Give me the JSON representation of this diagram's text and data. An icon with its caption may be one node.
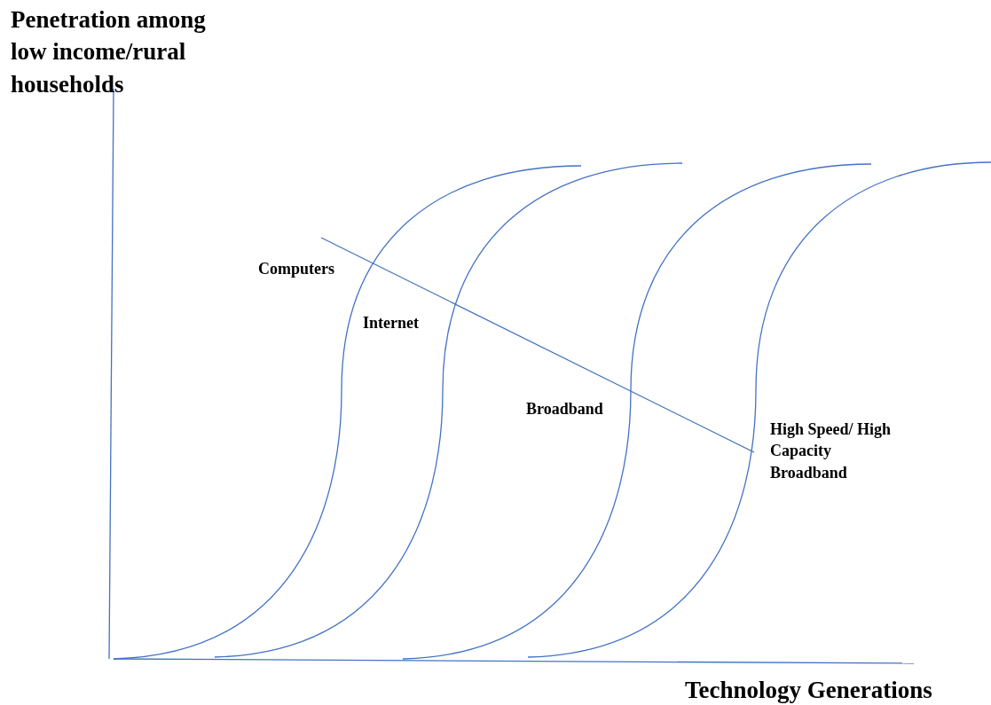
{
  "diagram": {
    "labels": [
      "Penetration among low income/rural households",
      "Computers",
      "Internet",
      "Broadband",
      "High Speed/ High Capacity Broadband",
      "Technology Generations"
    ]
  }
}
